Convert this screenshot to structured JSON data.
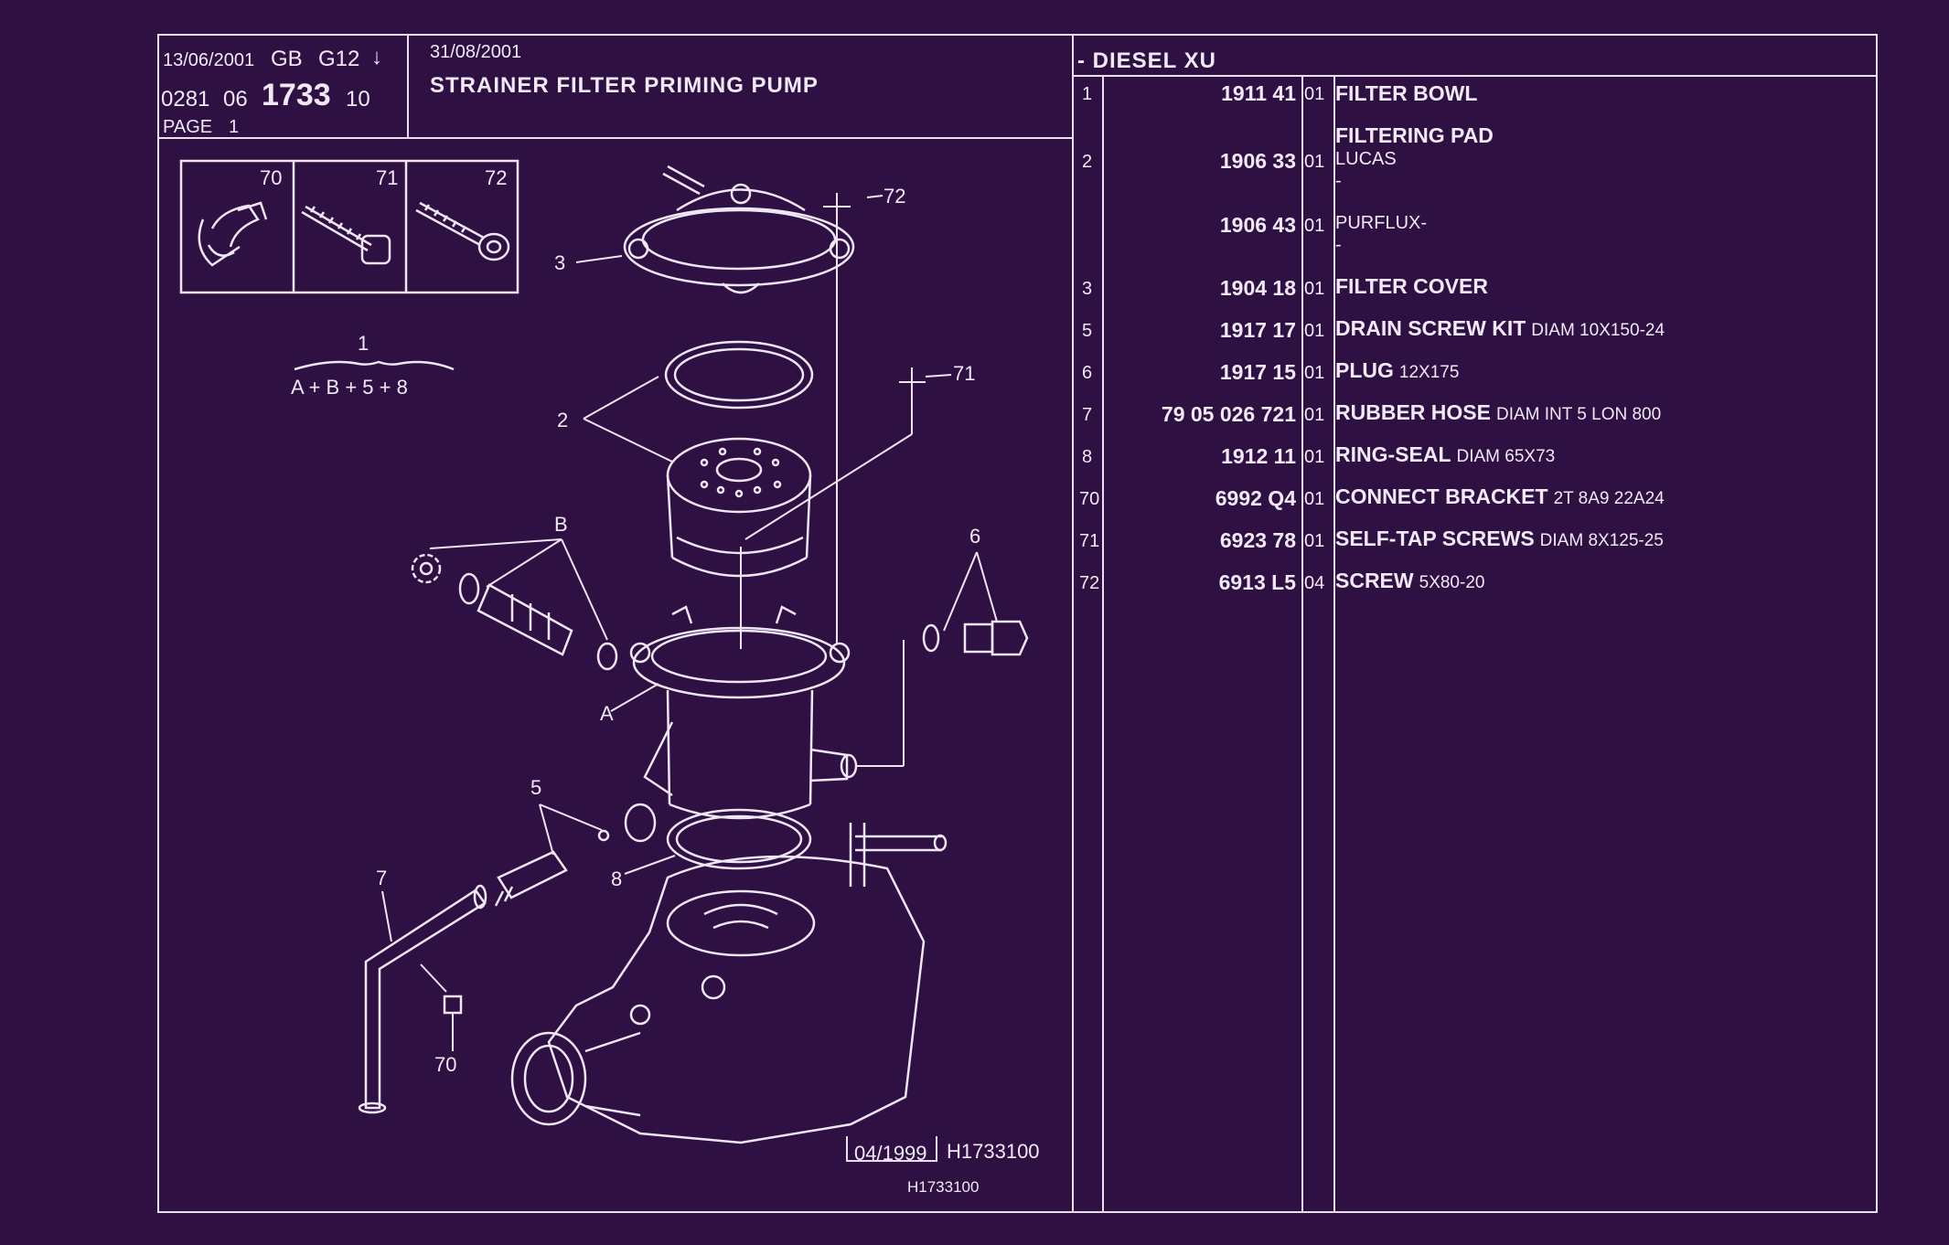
{
  "header": {
    "print_date": "13/06/2001",
    "lang_code": "GB",
    "group_code": "G12",
    "arrow": "↓",
    "ref_prefix": "0281",
    "ref_group": "06",
    "ref_number": "1733",
    "ref_suffix": "10",
    "page_label": "PAGE",
    "page_number": "1",
    "edition_date": "31/08/2001",
    "title": "STRAINER FILTER PRIMING PUMP",
    "model": "- DIESEL XU"
  },
  "parts": [
    {
      "idx": "1",
      "ref": "1911 41",
      "qty": "01",
      "name": "FILTER BOWL",
      "detail": ""
    },
    {
      "idx": "2",
      "ref": "1906 33",
      "qty": "01",
      "name": "FILTERING PAD",
      "detail": "",
      "sub": [
        "LUCAS",
        "-"
      ]
    },
    {
      "idx": "",
      "ref": "1906 43",
      "qty": "01",
      "name": "",
      "detail": "",
      "sub": [
        "PURFLUX-",
        "-"
      ]
    },
    {
      "idx": "3",
      "ref": "1904 18",
      "qty": "01",
      "name": "FILTER COVER",
      "detail": ""
    },
    {
      "idx": "5",
      "ref": "1917 17",
      "qty": "01",
      "name": "DRAIN SCREW KIT",
      "detail": "DIAM 10X150-24"
    },
    {
      "idx": "6",
      "ref": "1917 15",
      "qty": "01",
      "name": "PLUG",
      "detail": "12X175"
    },
    {
      "idx": "7",
      "ref": "79 05 026 721",
      "qty": "01",
      "name": "RUBBER HOSE",
      "detail": "DIAM INT 5 LON 800"
    },
    {
      "idx": "8",
      "ref": "1912 11",
      "qty": "01",
      "name": "RING-SEAL",
      "detail": "DIAM 65X73"
    },
    {
      "idx": "70",
      "ref": "6992 Q4",
      "qty": "01",
      "name": "CONNECT BRACKET",
      "detail": "2T 8A9 22A24"
    },
    {
      "idx": "71",
      "ref": "6923 78",
      "qty": "01",
      "name": "SELF-TAP SCREWS",
      "detail": "DIAM 8X125-25"
    },
    {
      "idx": "72",
      "ref": "6913 L5",
      "qty": "04",
      "name": "SCREW",
      "detail": "5X80-20"
    }
  ],
  "diagram": {
    "inset_labels": [
      "70",
      "71",
      "72"
    ],
    "kit_number": "1",
    "kit_formula": "A + B + 5 + 8",
    "callouts": {
      "c2": "2",
      "c3": "3",
      "c72": "72",
      "c71": "71",
      "cB": "B",
      "c6": "6",
      "cA": "A",
      "c5": "5",
      "c8": "8",
      "c7": "7",
      "c70": "70"
    },
    "footer_date": "04/1999",
    "footer_ref": "H1733100",
    "footer_ref2": "H1733100"
  }
}
